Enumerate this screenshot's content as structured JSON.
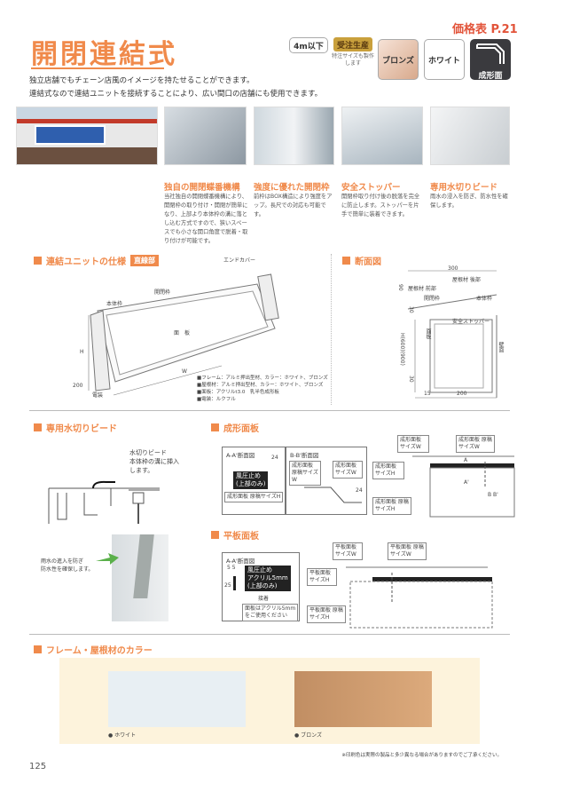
{
  "header": {
    "price_ref": "価格表 P.21",
    "title": "開閉連結式",
    "intro": [
      "独立店舗でもチェーン店風のイメージを持たせることができます。",
      "連結式なので連結ユニットを接続することにより、広い間口の店舗にも使用できます。"
    ],
    "badges": {
      "size": "4m以下",
      "order": "受注生産",
      "order_note": "特注サイズも製作します",
      "bronze": "ブロンズ",
      "white": "ホワイト",
      "molded": "成形面"
    }
  },
  "features": [
    {
      "title": "独自の開閉蝶番機構",
      "text": "当社独自の開閉蝶番機構により、開閉枠の取り付け・開閉が簡単になり、上部より本体枠の溝に落とし込む方式ですので、狭いスペースでも小さな開口角度で脱着・取り付けが可能です。"
    },
    {
      "title": "強度に優れた開閉枠",
      "text": "前枠はBOX構造により強度をアップ。長尺での対応も可能です。"
    },
    {
      "title": "安全ストッパー",
      "text": "開閉枠取り付け後の脱落を完全に防止します。ストッパーを片手で簡単に装着できます。"
    },
    {
      "title": "専用水切りビード",
      "text": "雨水の浸入を防ぎ、防水性を確保します。"
    }
  ],
  "unit_spec": {
    "title": "連結ユニットの仕様",
    "tag": "直線部",
    "labels": {
      "end_cover": "エンドカバー",
      "open_frame": "開閉枠",
      "body_frame": "本体枠",
      "panel": "面　板",
      "h": "H",
      "w": "W",
      "depth": "200",
      "electric": "電装"
    },
    "specs": [
      "■フレーム：アルミ押出型材、カラー：ホワイト、ブロンズ",
      "■屋根材：アルミ押出型材、カラー：ホワイト、ブロンズ",
      "■面板：アクリルt3.0　乳半色成形板",
      "■電装：ルクフル"
    ]
  },
  "section": {
    "title": "断面図",
    "labels": {
      "width": "300",
      "roof_front": "屋根材 前部",
      "roof_back": "屋根材 後部",
      "open_frame": "開閉枠",
      "body_frame": "本体枠",
      "stopper": "安全ストッパー",
      "panel": "面板",
      "wall": "壁面",
      "height": "H(600)(900)",
      "top": "30",
      "bottom": "30",
      "roof_h": "90",
      "offset": "15",
      "depth": "200"
    }
  },
  "bead": {
    "title": "専用水切りビード",
    "callout": [
      "水切りビード",
      "本体枠の溝に挿入",
      "します。"
    ],
    "note": [
      "雨水の進入を防ぎ",
      "防水性を確保します。"
    ]
  },
  "molded_panel": {
    "title": "成形面板",
    "aa_title": "A-A'断面図",
    "bb_title": "B-B'断面図",
    "wind_stop": [
      "風圧止め",
      "(上部のみ)"
    ],
    "dim24": "24",
    "labels": {
      "orig_h": "成形面板 原稿サイズH",
      "orig_w": "成形面板 原稿サイズW",
      "size_w": "成形面板 サイズW",
      "size_h": "成形面板 サイズH",
      "a": "A",
      "a2": "A'",
      "b": "B",
      "b2": "B'"
    }
  },
  "flat_panel": {
    "title": "平板面板",
    "aa_title": "A-A'断面図",
    "wind_stop": [
      "風圧止め",
      "アクリル5mm",
      "(上部のみ)"
    ],
    "dims": {
      "a": "5",
      "b": "5",
      "h": "25"
    },
    "adhesive": "接着",
    "note": [
      "面板はアクリル5mm",
      "をご使用ください"
    ],
    "labels": {
      "size_w": "平板面板 サイズW",
      "orig_w": "平板面板 原稿サイズW",
      "size_h": "平板面板 サイズH",
      "orig_h": "平板面板 原稿サイズH"
    }
  },
  "colors": {
    "title": "フレーム・屋根材のカラー",
    "swatches": [
      {
        "label": "ホワイト",
        "color": "#e8eff3"
      },
      {
        "label": "ブロンズ",
        "color": "#c9966a"
      }
    ],
    "note": "※印刷色は実際の製品と多少異なる場合がありますのでご了承ください。"
  },
  "page_number": "125",
  "accent": "#f08a4b"
}
